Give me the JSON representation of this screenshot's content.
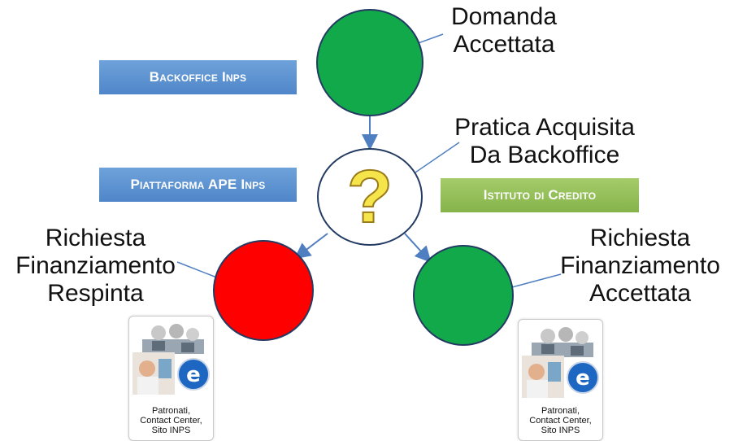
{
  "colors": {
    "accepted": "#12a94a",
    "rejected": "#ff0000",
    "pending": "#ffffff",
    "outline": "#233a62",
    "banner_blue": "#4f86c9",
    "banner_green": "#86b34a",
    "question_mark": "#f5e44a"
  },
  "banners": {
    "backoffice": "Backoffice Inps",
    "platform": "Piattaforma APE Inps",
    "bank": "Istituto di Credito"
  },
  "nodes": {
    "top": {
      "label_lines": [
        "Domanda",
        "Accettata"
      ],
      "status": "accepted"
    },
    "center": {
      "label_lines": [
        "Pratica Acquisita",
        "Da Backoffice"
      ],
      "symbol": "?",
      "status": "pending"
    },
    "left": {
      "label_lines": [
        "Richiesta",
        "Finanziamento",
        "Respinta"
      ],
      "status": "rejected"
    },
    "right": {
      "label_lines": [
        "Richiesta",
        "Finanziamento",
        "Accettata"
      ],
      "status": "accepted"
    }
  },
  "channels_card": {
    "lines": [
      "Patronati,",
      "Contact Center,",
      "Sito INPS"
    ],
    "icons": [
      "call-center-icon",
      "doctor-patient-icon",
      "internet-explorer-icon"
    ]
  }
}
